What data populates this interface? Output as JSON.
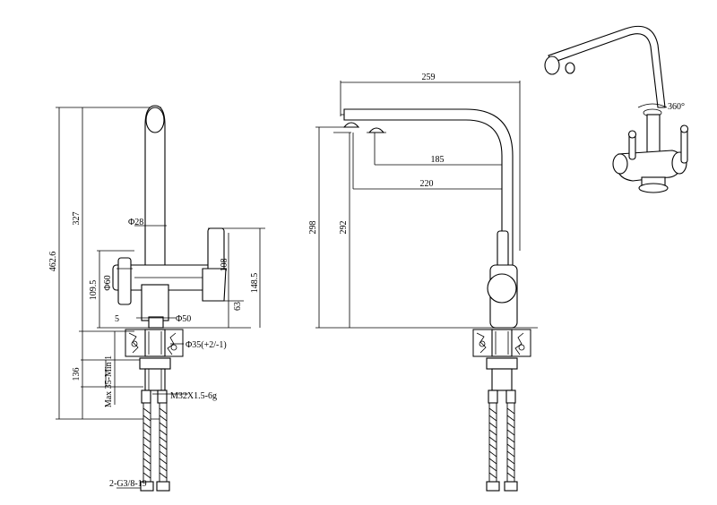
{
  "drawing": {
    "colors": {
      "line": "#000000",
      "background": "#ffffff"
    },
    "side_view": {
      "dims": {
        "total_height": "462.6",
        "spout_height": "327",
        "spout_diameter": "Φ28",
        "handle_height": "108",
        "body_height": "148.5",
        "inlet_diameter": "Φ60",
        "inlet_height": "109.5",
        "offset": "63",
        "step": "5",
        "base_diameter": "Φ50",
        "hole_diameter": "Φ35(+2/-1)",
        "shank_length": "136",
        "deck_thickness": "Max 35-Min 1",
        "thread": "M32X1.5-6g",
        "hose_thread": "2-G3/8-19"
      }
    },
    "front_view": {
      "dims": {
        "overall_reach": "259",
        "reach_185": "185",
        "reach_220": "220",
        "height_298": "298",
        "height_292": "292"
      }
    },
    "perspective": {
      "rotation_label": "360°"
    }
  }
}
